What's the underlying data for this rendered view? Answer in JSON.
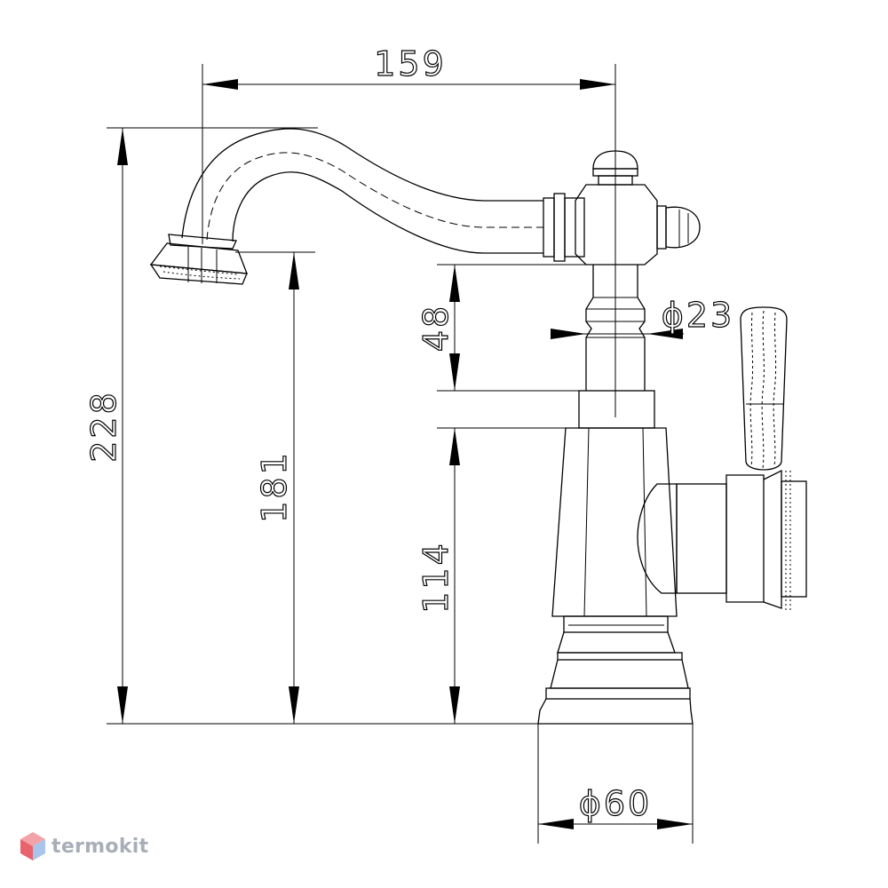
{
  "dimensions": {
    "width_top": "159",
    "height_total": "228",
    "height_spout": "181",
    "height_body": "114",
    "height_neck": "48",
    "diameter_neck": "ϕ23",
    "diameter_base": "ϕ60"
  },
  "watermark": {
    "text": "termokit",
    "icon": "cube-icon"
  }
}
